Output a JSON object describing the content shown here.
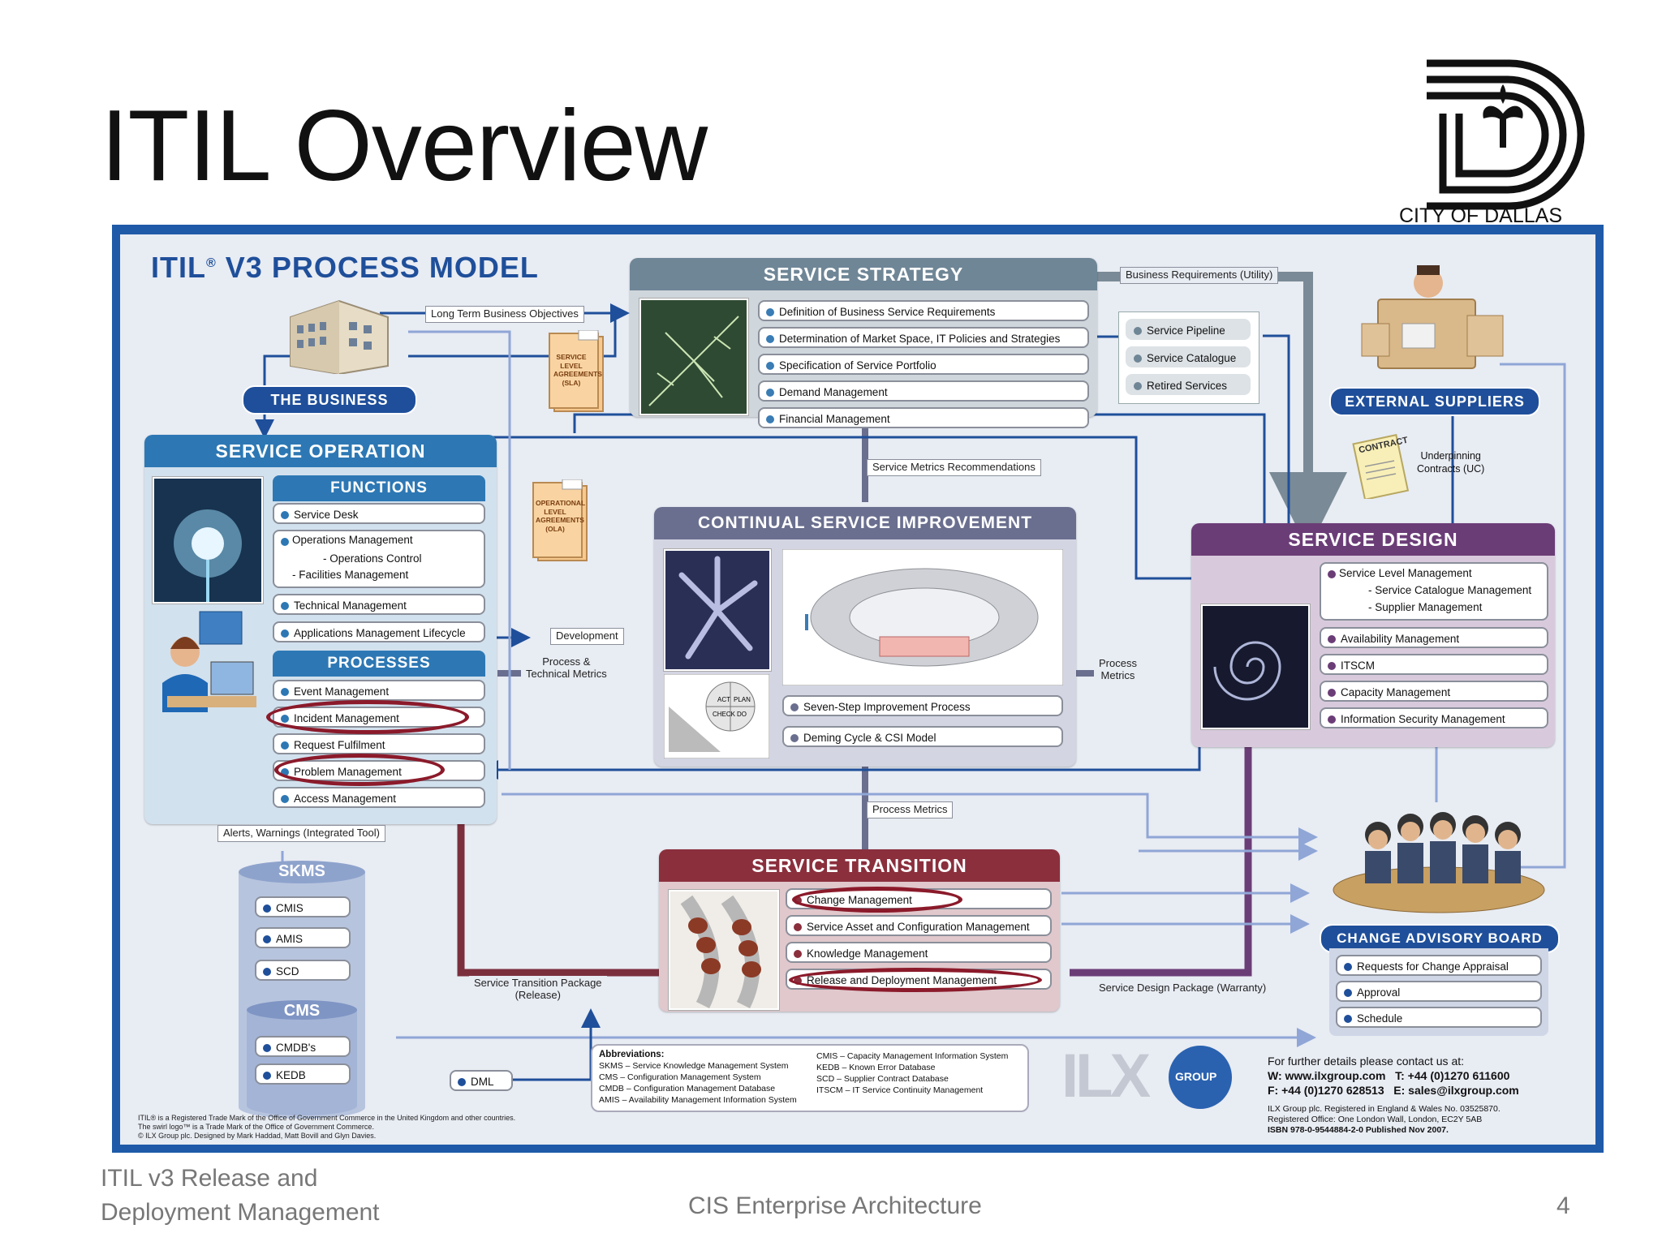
{
  "slide": {
    "title": "ITIL Overview",
    "logo_text": "CITY OF DALLAS",
    "footer_left_line1": "ITIL v3 Release and",
    "footer_left_line2": "Deployment Management",
    "footer_center": "CIS Enterprise Architecture",
    "page_number": "4"
  },
  "model": {
    "title": "ITIL",
    "title_sup": "®",
    "title_rest": " V3 PROCESS MODEL",
    "the_business": "THE BUSINESS",
    "external_suppliers": "EXTERNAL SUPPLIERS",
    "change_advisory_board": "CHANGE ADVISORY BOARD",
    "sla_doc": "SERVICE LEVEL AGREEMENTS (SLA)",
    "ola_doc": "OPERATIONAL LEVEL AGREEMENTS (OLA)",
    "contract_doc": "CONTRACT"
  },
  "service_strategy": {
    "title": "SERVICE STRATEGY",
    "items": [
      "Definition of Business Service Requirements",
      "Determination of Market Space, IT Policies and Strategies",
      "Specification of Service Portfolio",
      "Demand Management",
      "Financial Management"
    ],
    "portfolio": [
      "Service Pipeline",
      "Service Catalogue",
      "Retired Services"
    ]
  },
  "service_operation": {
    "title": "SERVICE OPERATION",
    "functions_title": "FUNCTIONS",
    "functions": {
      "service_desk": "Service Desk",
      "operations_management": "Operations Management",
      "operations_control": "- Operations Control",
      "facilities_management": "- Facilities Management",
      "technical_management": "Technical Management",
      "applications_management": "Applications Management Lifecycle"
    },
    "processes_title": "PROCESSES",
    "processes": [
      "Event Management",
      "Incident Management",
      "Request Fulfilment",
      "Problem Management",
      "Access Management"
    ]
  },
  "csi": {
    "title": "CONTINUAL SERVICE IMPROVEMENT",
    "items": [
      "Seven-Step Improvement Process",
      "Deming Cycle & CSI Model"
    ],
    "cycle_labels": [
      "ACT",
      "PLAN",
      "CHECK",
      "DO"
    ]
  },
  "service_design": {
    "title": "SERVICE DESIGN",
    "slm": "Service Level Management",
    "scm": "- Service Catalogue Management",
    "sm": "- Supplier Management",
    "items": [
      "Availability Management",
      "ITSCM",
      "Capacity Management",
      "Information Security Management"
    ]
  },
  "service_transition": {
    "title": "SERVICE TRANSITION",
    "items": [
      "Change Management",
      "Service Asset and Configuration Management",
      "Knowledge Management",
      "Release and Deployment Management"
    ]
  },
  "cab": {
    "items": [
      "Requests for Change Appraisal",
      "Approval",
      "Schedule"
    ]
  },
  "skms": {
    "title": "SKMS",
    "items": [
      "CMIS",
      "AMIS",
      "SCD"
    ],
    "cms_title": "CMS",
    "cms_items": [
      "CMDB's",
      "KEDB"
    ],
    "dml": "DML"
  },
  "flow_labels": {
    "long_term": "Long Term Business Objectives",
    "business_req": "Business Requirements (Utility)",
    "service_metrics": "Service Metrics Recommendations",
    "underpinning_1": "Underpinning",
    "underpinning_2": "Contracts (UC)",
    "development": "Development",
    "process_tech_1": "Process &",
    "process_tech_2": "Technical Metrics",
    "process_metrics_1": "Process",
    "process_metrics_2": "Metrics",
    "process_metrics_bottom": "Process Metrics",
    "alerts": "Alerts, Warnings (Integrated Tool)",
    "stp_1": "Service Transition Package",
    "stp_2": "(Release)",
    "sdp": "Service Design Package (Warranty)"
  },
  "abbreviations": {
    "title": "Abbreviations:",
    "left": [
      "SKMS – Service Knowledge Management System",
      "CMS – Configuration Management System",
      "CMDB – Configuration Management Database",
      "AMIS – Availability Management Information System"
    ],
    "right": [
      "CMIS – Capacity Management Information System",
      "KEDB – Known Error Database",
      "SCD – Supplier Contract Database",
      "ITSCM – IT Service Continuity Management"
    ]
  },
  "ilx": {
    "logo_letters": "ILX",
    "logo_group": "GROUP",
    "contact_line": "For further details please contact us at:",
    "web": "W: www.ilxgroup.com",
    "tel": "T: +44 (0)1270 611600",
    "fax": "F: +44 (0)1270 628513",
    "email": "E: sales@ilxgroup.com",
    "reg1": "ILX Group plc. Registered in England & Wales No. 03525870.",
    "reg2": "Registered Office: One London Wall, London, EC2Y 5AB",
    "isbn": "ISBN 978-0-9544884-2-0  Published Nov 2007."
  },
  "trademark": [
    "ITIL® is a Registered Trade Mark of the Office of Government Commerce in the United Kingdom and other countries.",
    "The swirl logo™ is a Trade Mark of the Office of Government Commerce.",
    "© ILX Group plc. Designed by Mark Haddad, Matt Bovill and Glyn Davies."
  ],
  "colors": {
    "poster_border": "#1e5aa8",
    "strategy": "#6f8696",
    "operation": "#2d78b4",
    "csi": "#6a6f8f",
    "design": "#6b3d77",
    "transition": "#8b2f3d",
    "highlight": "#8b1a2a"
  }
}
